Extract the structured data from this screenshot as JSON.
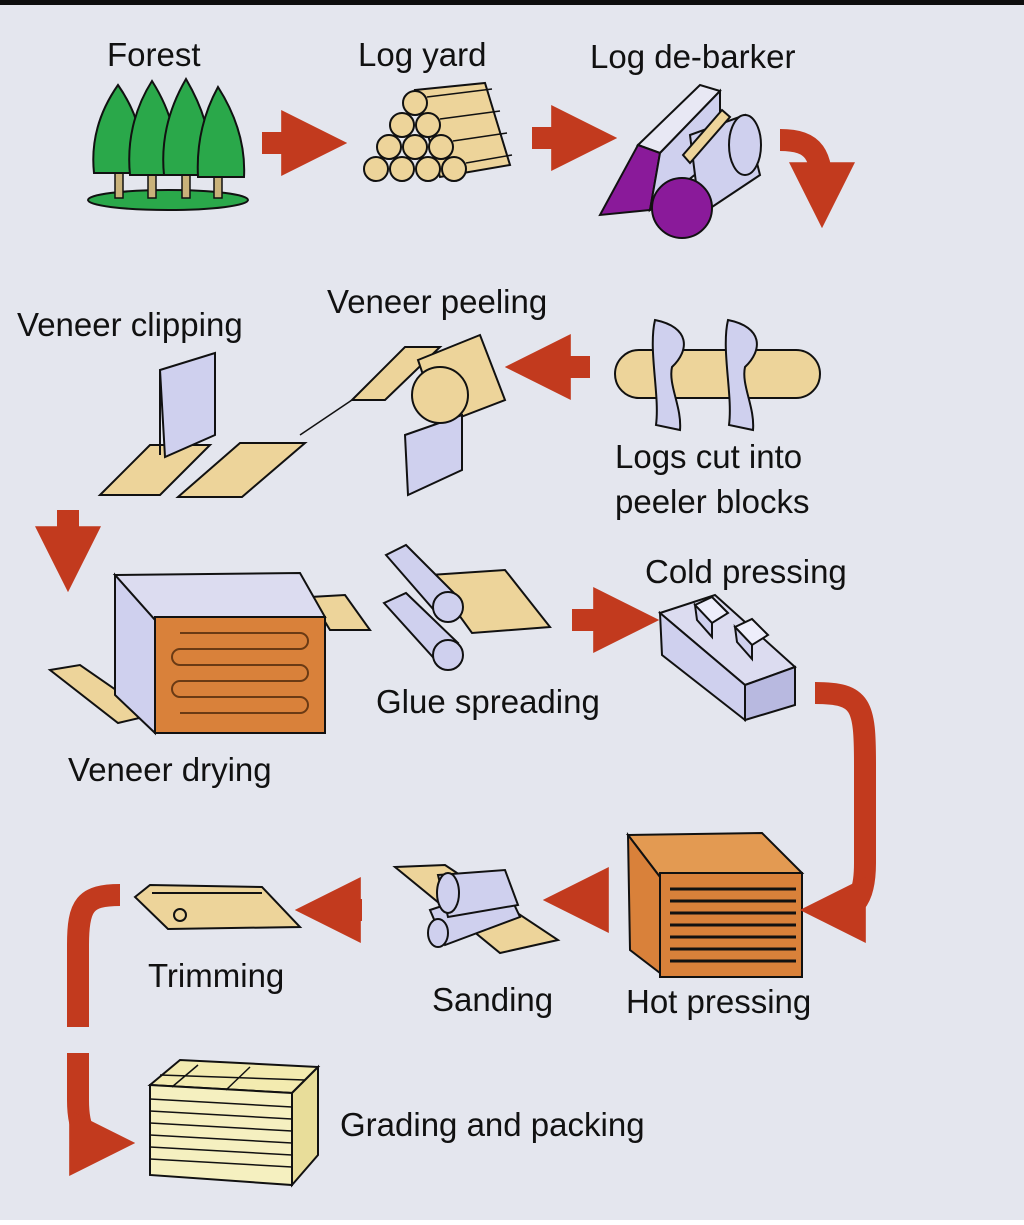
{
  "steps": {
    "forest": "Forest",
    "log_yard": "Log yard",
    "log_debarker": "Log de-barker",
    "veneer_clipping": "Veneer clipping",
    "veneer_peeling": "Veneer peeling",
    "logs_cut_line1": "Logs cut into",
    "logs_cut_line2": "peeler blocks",
    "cold_pressing": "Cold pressing",
    "glue_spreading": "Glue spreading",
    "veneer_drying": "Veneer drying",
    "trimming": "Trimming",
    "sanding": "Sanding",
    "hot_pressing": "Hot pressing",
    "grading_packing": "Grading and packing"
  },
  "colors": {
    "arrow": "#c23a1e",
    "tree_green": "#2aa84a",
    "wood": "#edd49a",
    "steel": "#cfd0ee",
    "debarker_purple": "#8a1a9a",
    "oven_orange": "#d9813a",
    "background": "#e4e6ee"
  }
}
